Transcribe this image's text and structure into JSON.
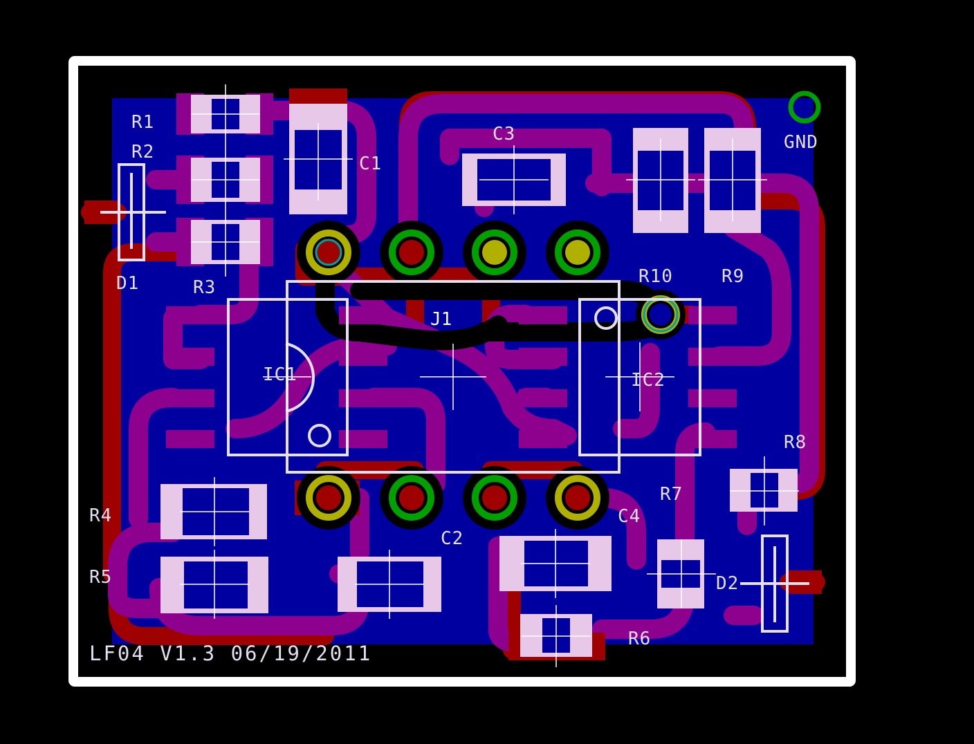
{
  "board": {
    "label": "LF04 V1.3 06/19/2011",
    "colors": {
      "background": "#000000",
      "outline": "#ffffff",
      "copper_pour": "#0000a0",
      "top_copper": "#9f0000",
      "bottom_copper": "#8e008e",
      "silkscreen": "#e6dff0",
      "via_ring": "#00a000",
      "pad_yellow": "#b0b000"
    }
  },
  "labels": {
    "R1": "R1",
    "R2": "R2",
    "R3": "R3",
    "R4": "R4",
    "R5": "R5",
    "R6": "R6",
    "R7": "R7",
    "R8": "R8",
    "R9": "R9",
    "R10": "R10",
    "C1": "C1",
    "C2": "C2",
    "C3": "C3",
    "C4": "C4",
    "D1": "D1",
    "D2": "D2",
    "IC1": "IC1",
    "IC2": "IC2",
    "J1": "J1",
    "GND": "GND"
  }
}
